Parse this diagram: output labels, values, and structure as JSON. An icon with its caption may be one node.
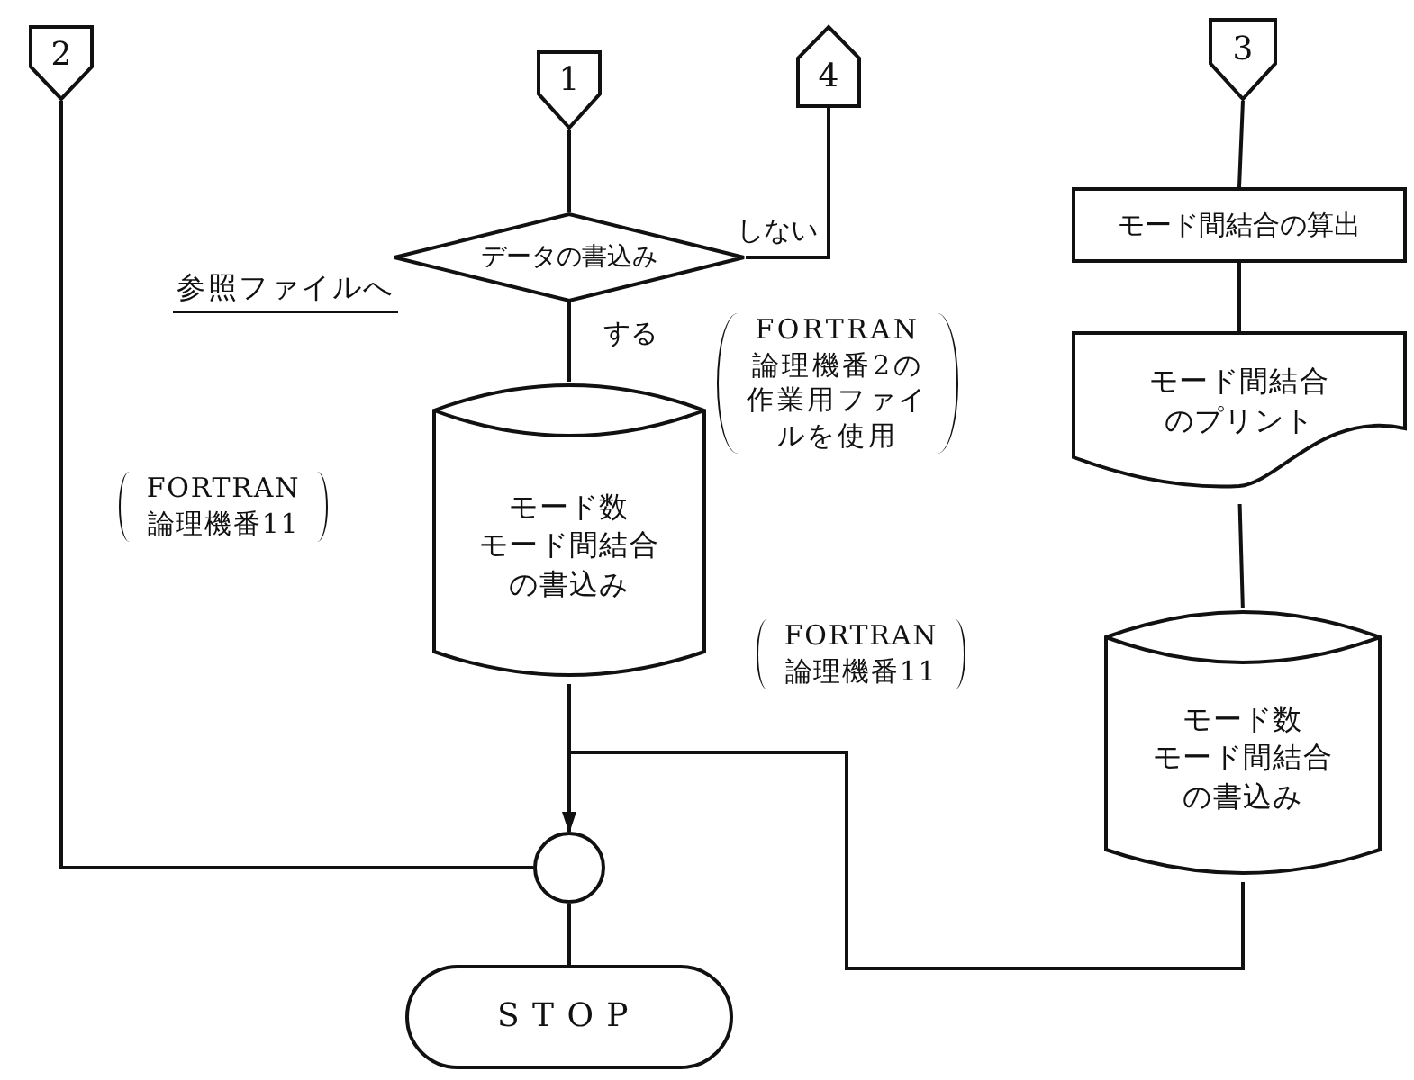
{
  "diagram": {
    "nodes": [
      {
        "text": [
          "2"
        ]
      },
      {
        "text": [
          "1"
        ]
      },
      {
        "text": [
          "4"
        ]
      },
      {
        "text": [
          "3"
        ]
      },
      {
        "text": [
          "データの書込み"
        ]
      },
      {
        "text": [
          "モード数",
          "モード間結合の書込み"
        ]
      },
      {
        "text": [
          "モード間結合の算出"
        ]
      },
      {
        "text": [
          "モード間結合のプリント"
        ]
      },
      {
        "text": [
          "モード数",
          "モード間結合の書込み"
        ]
      },
      {
        "text": [],
        "shape": "circle"
      },
      {
        "text": [
          "STOP"
        ]
      }
    ],
    "edges": [
      {
        "from": 0,
        "to": 9,
        "arrow": "none"
      },
      {
        "from": 1,
        "to": 4,
        "arrow": "none"
      },
      {
        "from": 4,
        "to": 5,
        "arrow": "none",
        "label": "する"
      },
      {
        "from": 4,
        "to": 2,
        "arrow": "none",
        "label": "しない"
      },
      {
        "from": 3,
        "to": 6,
        "arrow": "none"
      },
      {
        "from": 6,
        "to": 7,
        "arrow": "none"
      },
      {
        "from": 7,
        "to": 8,
        "arrow": "none"
      },
      {
        "from": 5,
        "to": 9,
        "arrow": "none"
      },
      {
        "from": 8,
        "to": 9,
        "arrow": "to"
      },
      {
        "from": 9,
        "to": 10,
        "arrow": "none"
      }
    ],
    "labels": [
      "参照ファイルへ",
      "FORTRAN 論理機番2の作業用ファイルを使用",
      "FORTRAN 論理機番11",
      "FORTRAN 論理機番11"
    ]
  }
}
